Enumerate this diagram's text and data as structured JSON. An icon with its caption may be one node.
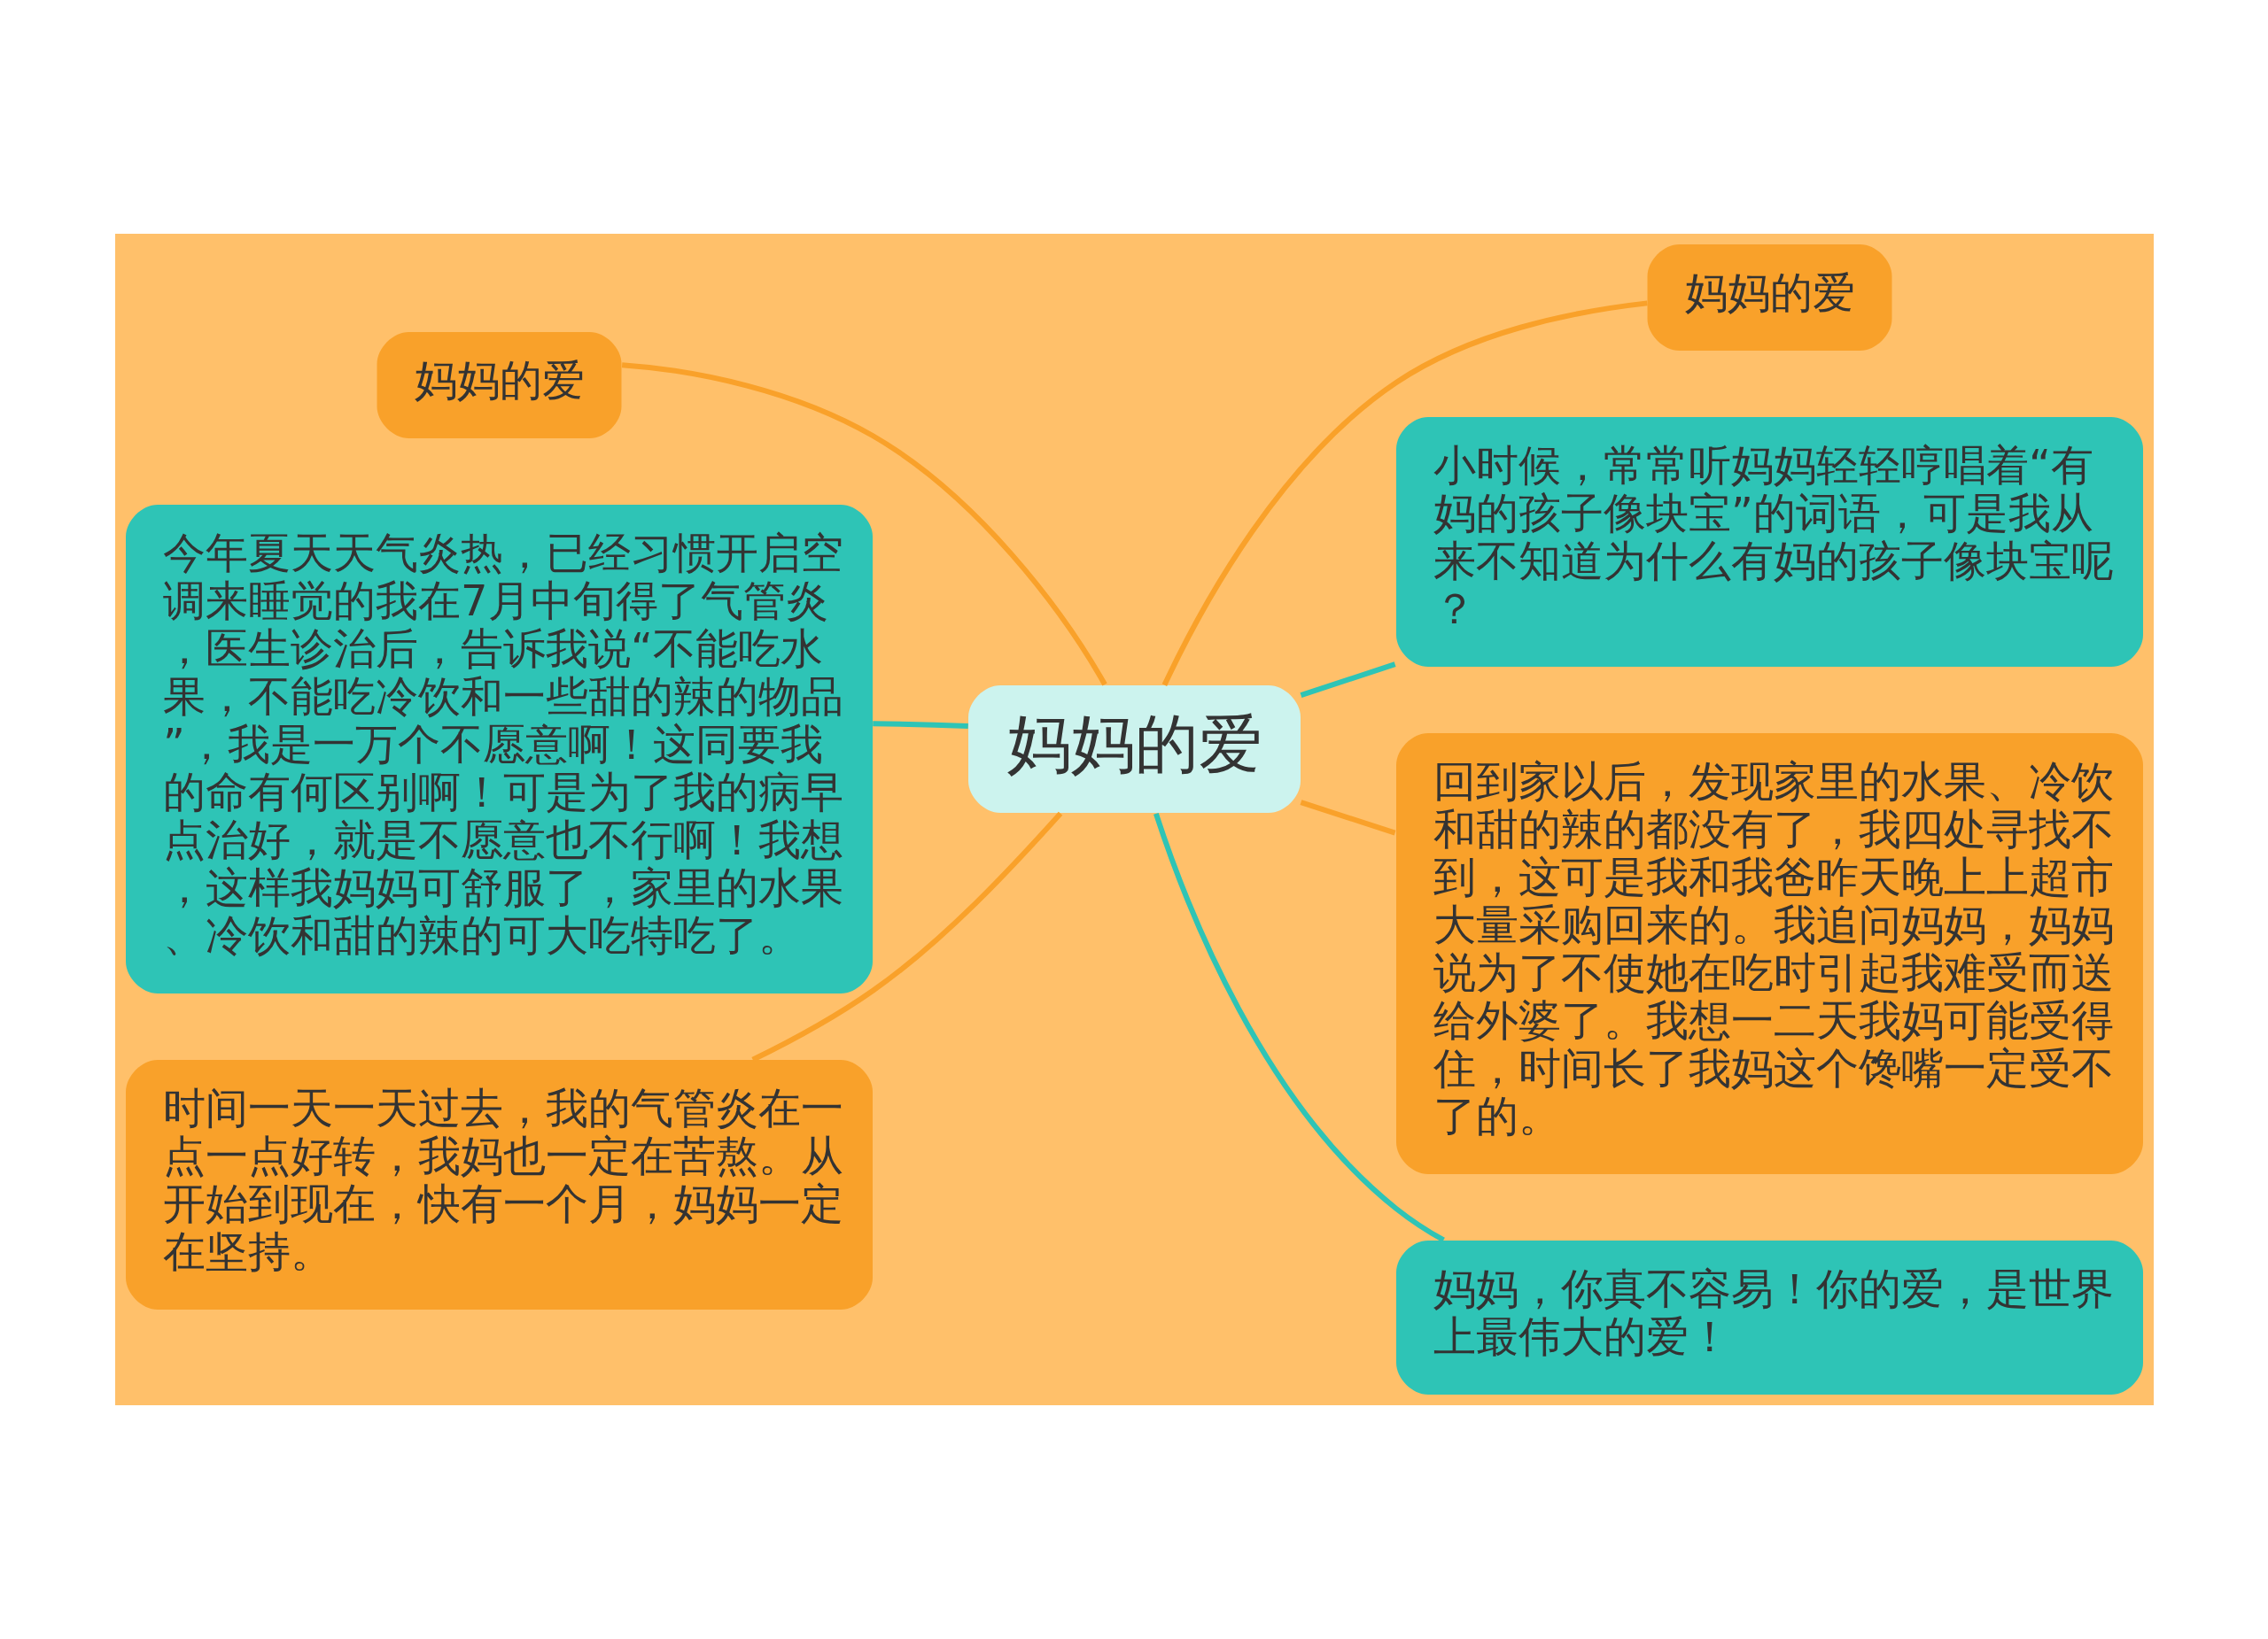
{
  "diagram": {
    "nodes": [
      {
        "text": [
          "妈妈的爱"
        ]
      },
      {
        "text": [
          "妈妈的爱"
        ]
      },
      {
        "text": [
          "今年夏天天气炎热，已经习惯开启空调来睡觉的我在7月中旬得了气管炎，医生诊治后，告诉我说“不能吃水果，不能吃冷饮和一些甜的辣的物品”，我是一万个不愿意啊！这同要我的命有何区别啊！可是为了我的病早点治好，就是不愿意也不行啊！我想，这样我妈妈可舒服了，家里的水果、冷饮和甜的辣的可大吃特吃了。"
        ]
      },
      {
        "text": [
          "时间一天一天过去，我的气管炎在一点一点好转，我妈也一定在苦熬。从开始到现在，快有一个月，妈妈一定在坚持。"
        ]
      },
      {
        "text": [
          "妈妈的爱"
        ]
      },
      {
        "text": [
          "小时候，常常听妈妈轻轻哼唱着“有妈的孩子像块宝”的词语，可是我从来不知道为什么有妈的孩子像块宝呢？"
        ]
      },
      {
        "text": [
          "回到家以后，发现家里的水果、冷饮和甜的辣的都没有了，我四处寻找不到，这可是我和我爸昨天晚上上超市大量采购回来的。我追问妈妈，妈妈说为了不使她在吃时引起我难受而送给外婆了。我想一二天我妈可能受得住，时间长了我妈这个馋嘴一定受不了的。"
        ]
      },
      {
        "text": [
          "妈妈，你真不容易！你的爱，是世界上最伟大的爱！"
        ]
      }
    ],
    "edges": [
      {
        "from": 0,
        "to": 1,
        "arrow": "none"
      },
      {
        "from": 0,
        "to": 2,
        "arrow": "none",
        "color": "#2ec4b6"
      },
      {
        "from": 0,
        "to": 3,
        "arrow": "none"
      },
      {
        "from": 0,
        "to": 4,
        "arrow": "none"
      },
      {
        "from": 0,
        "to": 5,
        "arrow": "none",
        "color": "#2ec4b6"
      },
      {
        "from": 0,
        "to": 6,
        "arrow": "none"
      },
      {
        "from": 0,
        "to": 7,
        "arrow": "none",
        "color": "#2ec4b6"
      }
    ]
  }
}
